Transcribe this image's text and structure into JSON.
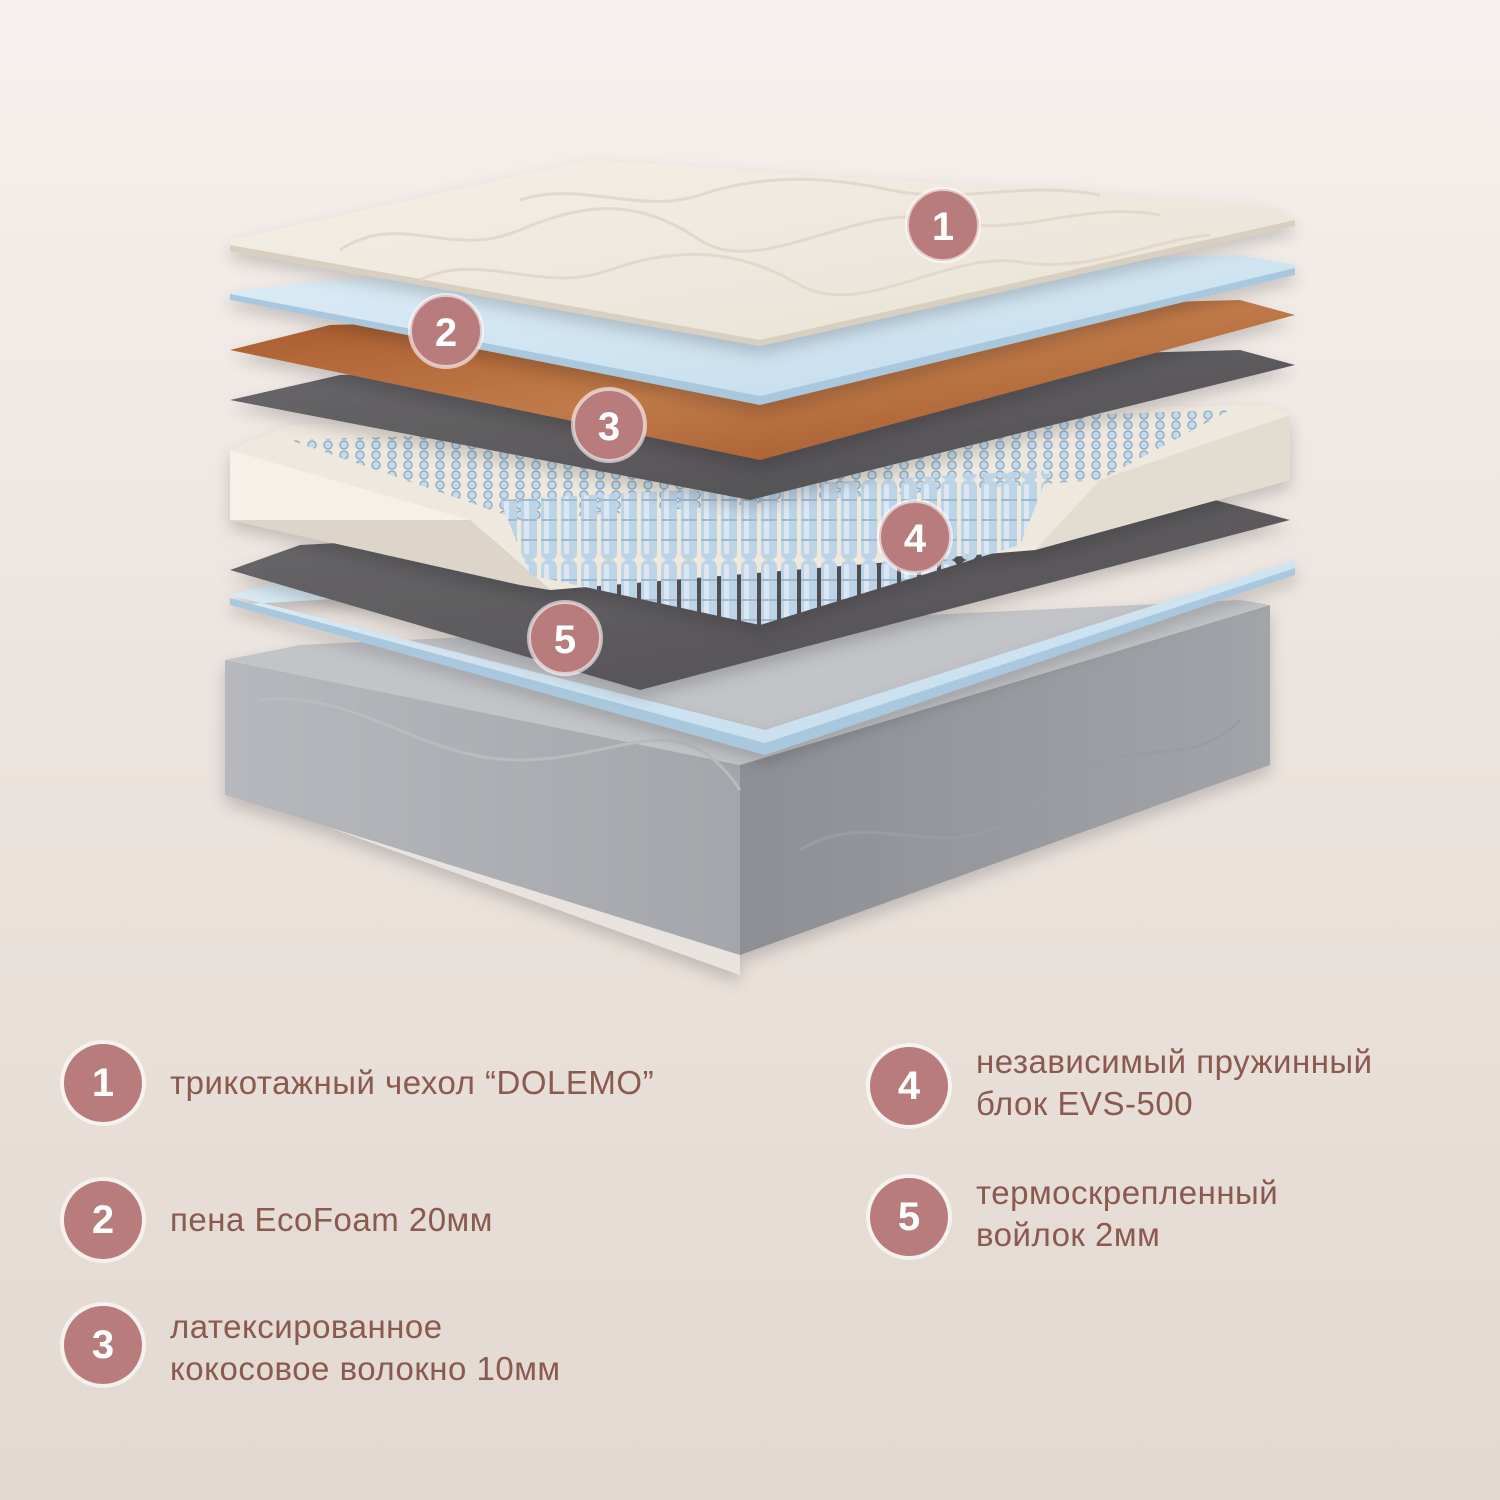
{
  "colors": {
    "badge": "#b77c7b",
    "text": "#8a5a4f",
    "cover": "#f1ebe1",
    "foam": "#cfe3f0",
    "coir": "#b4673a",
    "felt": "#5d5b5d",
    "springs": "#b8cde0",
    "base": "#a7a9ae"
  },
  "illustration": {
    "badges": [
      "1",
      "2",
      "3",
      "4",
      "5"
    ]
  },
  "legend": [
    {
      "number": "1",
      "text": "трикотажный чехол “DOLEMO”"
    },
    {
      "number": "2",
      "text": "пена EcoFoam 20мм"
    },
    {
      "number": "3",
      "text": "латексированное\nкокосовое волокно 10мм"
    },
    {
      "number": "4",
      "text": "независимый пружинный\nблок EVS-500"
    },
    {
      "number": "5",
      "text": "термоскрепленный\nвойлок 2мм"
    }
  ]
}
